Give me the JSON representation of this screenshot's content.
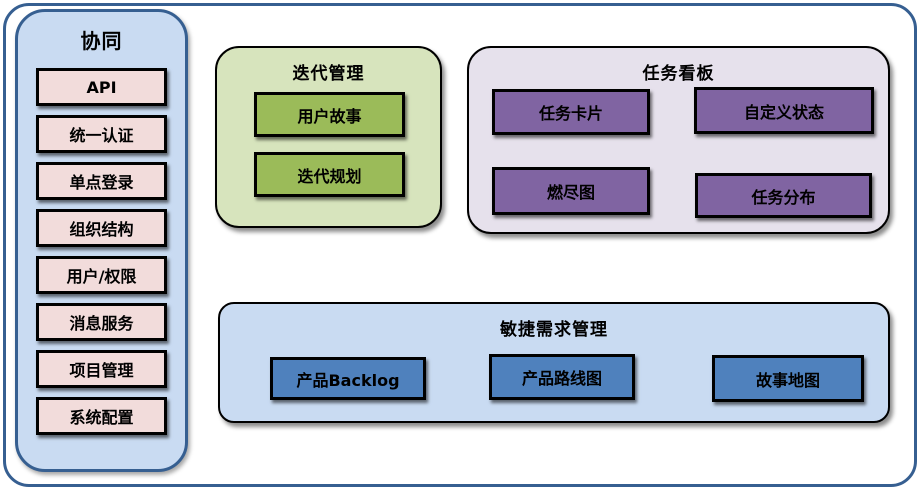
{
  "colors": {
    "frame_border": "#365F91",
    "sidebar_bg": "#C9DBF2",
    "sidebar_item_bg": "#F2DCDB",
    "iteration_panel_bg": "#D7E4BD",
    "iteration_item_bg": "#9BBB59",
    "kanban_panel_bg": "#E6E1EC",
    "kanban_item_bg": "#8064A2",
    "agile_panel_bg": "#C9DBF2",
    "agile_item_bg": "#4F81BD"
  },
  "sidebar": {
    "title": "协同",
    "items": [
      "API",
      "统一认证",
      "单点登录",
      "组织结构",
      "用户/权限",
      "消息服务",
      "项目管理",
      "系统配置"
    ]
  },
  "panels": {
    "iteration": {
      "title": "迭代管理",
      "items": [
        "用户故事",
        "迭代规划"
      ]
    },
    "kanban": {
      "title": "任务看板",
      "items": [
        "任务卡片",
        "自定义状态",
        "燃尽图",
        "任务分布"
      ]
    },
    "agile": {
      "title": "敏捷需求管理",
      "items": [
        "产品Backlog",
        "产品路线图",
        "故事地图"
      ]
    }
  }
}
